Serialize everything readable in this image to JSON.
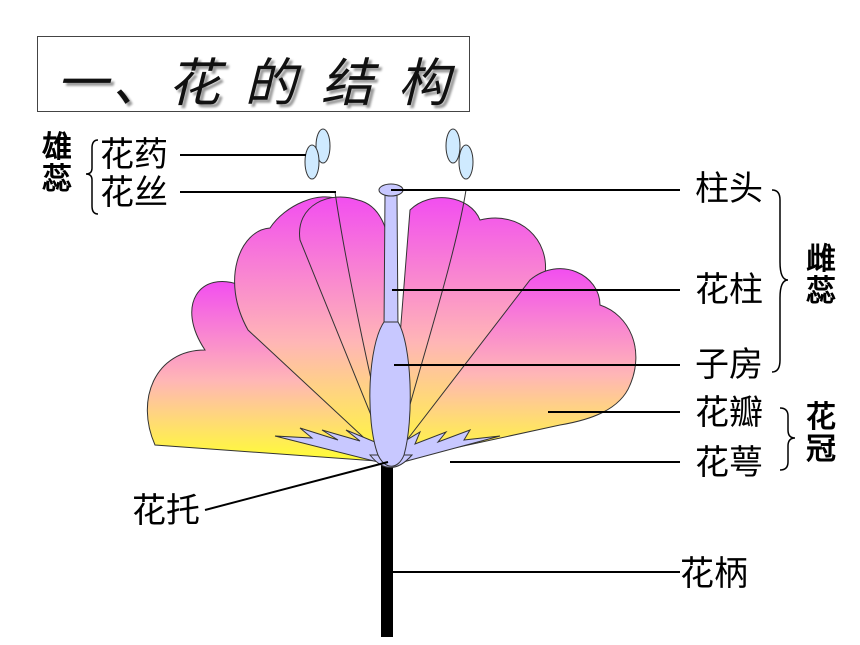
{
  "title": "一、花 的 结 构",
  "labels": {
    "anther": "花药",
    "filament": "花丝",
    "stigma": "柱头",
    "style": "花柱",
    "ovary": "子房",
    "petal": "花瓣",
    "sepal": "花萼",
    "receptacle": "花托",
    "pedicel": "花柄"
  },
  "groups": {
    "stamen_char1": "雄",
    "stamen_char2": "蕊",
    "pistil_char1": "雌",
    "pistil_char2": "蕊",
    "corolla_char1": "花",
    "corolla_char2": "冠"
  },
  "colors": {
    "petal_top": "#f24ef0",
    "petal_bottom": "#ffff33",
    "pistil": "#c8c8ff",
    "anther": "#cfeaff",
    "stem": "#000000"
  }
}
